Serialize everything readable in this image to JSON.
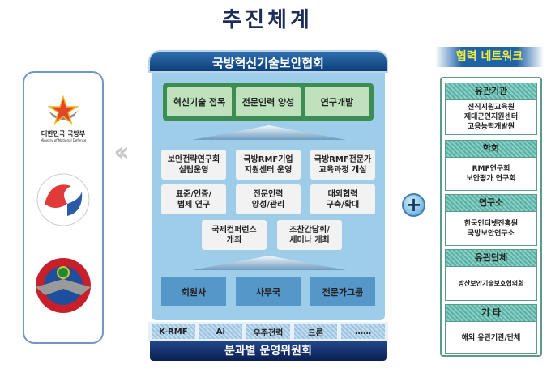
{
  "title": "추진체계",
  "left": {
    "mnd_name": "대한민국 국방부",
    "mnd_en": "Ministry of National Defense"
  },
  "main": {
    "header": "국방혁신기술보안협회",
    "goals": [
      "혁신기술 접목",
      "전문인력 양성",
      "연구개발"
    ],
    "activities": [
      "보안전략연구회\n설립운영",
      "국방RMF기업\n지원센터 운영",
      "국방RMF전문가\n교육과정 개설",
      "표준/인증/\n법제 연구",
      "전문인력\n양성/관리",
      "대외협력\n구축/확대",
      "국제컨퍼런스\n개최",
      "조찬간담회/\n세미나 개최"
    ],
    "base": [
      "회원사",
      "사무국",
      "전문가그룹"
    ],
    "subcommittees": [
      "K-RMF",
      "Ai",
      "우주전력",
      "드론",
      "……"
    ],
    "footer": "분과별 운영위원회"
  },
  "plus": "+",
  "network": {
    "title": "협력 네트워크",
    "sections": [
      {
        "head": "유관기관",
        "body": "전직지원교육원\n제대군인지원센터\n고용능력개발원"
      },
      {
        "head": "학회",
        "body": "RMF연구회\n보안평가 연구회"
      },
      {
        "head": "연구소",
        "body": "한국인터넷진흥원\n국방보안연구소"
      },
      {
        "head": "유관단체",
        "body": "방산보안기술보호협의회"
      },
      {
        "head": "기 타",
        "body": "해외 유관기관/단체"
      }
    ]
  }
}
